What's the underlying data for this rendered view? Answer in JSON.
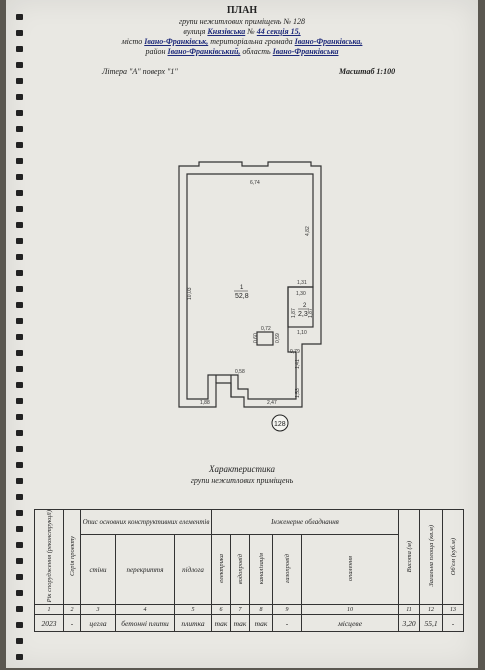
{
  "header": {
    "title": "ПЛАН",
    "subtitle_prefix": "групи нежитлових приміщень №",
    "subtitle_number": "128",
    "street_prefix": "вулиця",
    "street_name": "Князівська",
    "building_label": "№",
    "building_number": "44 секція 15,",
    "city_prefix": "місто",
    "city_name": "Івано-Франківськ,",
    "community_prefix": "територіальна громада",
    "community_name": "Івано-Франківська,",
    "district_prefix": "район",
    "district_name": "Івано-Франківський,",
    "oblast_prefix": "область",
    "oblast_name": "Івано-Франківська",
    "litera_label": "Літера \"А\" поверх",
    "floor_value": "\"1\"",
    "scale": "Масштаб 1:100"
  },
  "plan": {
    "room1_number": "1",
    "room1_area": "52,8",
    "room2_number": "2",
    "room2_area": "2,3",
    "group_badge": "128",
    "dim_top": "6,74",
    "dim_left": "10,03",
    "dim_right_upper": "4,82",
    "dim_1_31": "1,31",
    "dim_1_30": "1,30",
    "dim_1_10": "1,10",
    "dim_1_87": "1,87",
    "dim_1_87b": "1,87",
    "dim_0_79": "0,79",
    "dim_1_41": "1,41",
    "dim_0_72": "0,72",
    "dim_0_60": "0,60",
    "dim_0_59": "0,59",
    "dim_0_58": "0,58",
    "dim_1_88": "1,88",
    "dim_2_47": "2,47",
    "dim_1_53": "1,53"
  },
  "characteristics": {
    "title": "Характеристика",
    "subtitle": "групи нежитлових приміщень"
  },
  "table": {
    "col_year": "Рік спорудження (реконструкції)",
    "col_series": "Серія проекту",
    "col_desc": "Опис основних конструктивних елементів",
    "col_walls": "стіни",
    "col_floors": "перекриття",
    "col_flooring": "підлога",
    "col_engineering": "Інженерне обладнання",
    "col_electric": "електрика",
    "col_water": "водопровід",
    "col_sewer": "каналізація",
    "col_gas": "газопровід",
    "col_heating": "опалення",
    "col_height": "Висота (м)",
    "col_area": "Загальна площа (кв.м)",
    "col_volume": "Об'єм (куб.м)",
    "numbers": [
      "1",
      "2",
      "3",
      "4",
      "5",
      "6",
      "7",
      "8",
      "9",
      "10",
      "11",
      "12",
      "13"
    ],
    "values": {
      "year": "2023",
      "series": "-",
      "walls": "цегла",
      "floors": "бетонні плити",
      "flooring": "плитка",
      "electric": "так",
      "water": "так",
      "sewer": "так",
      "gas": "-",
      "heating": "місцеве",
      "height": "3,20",
      "area": "55,1",
      "volume": "-"
    }
  }
}
